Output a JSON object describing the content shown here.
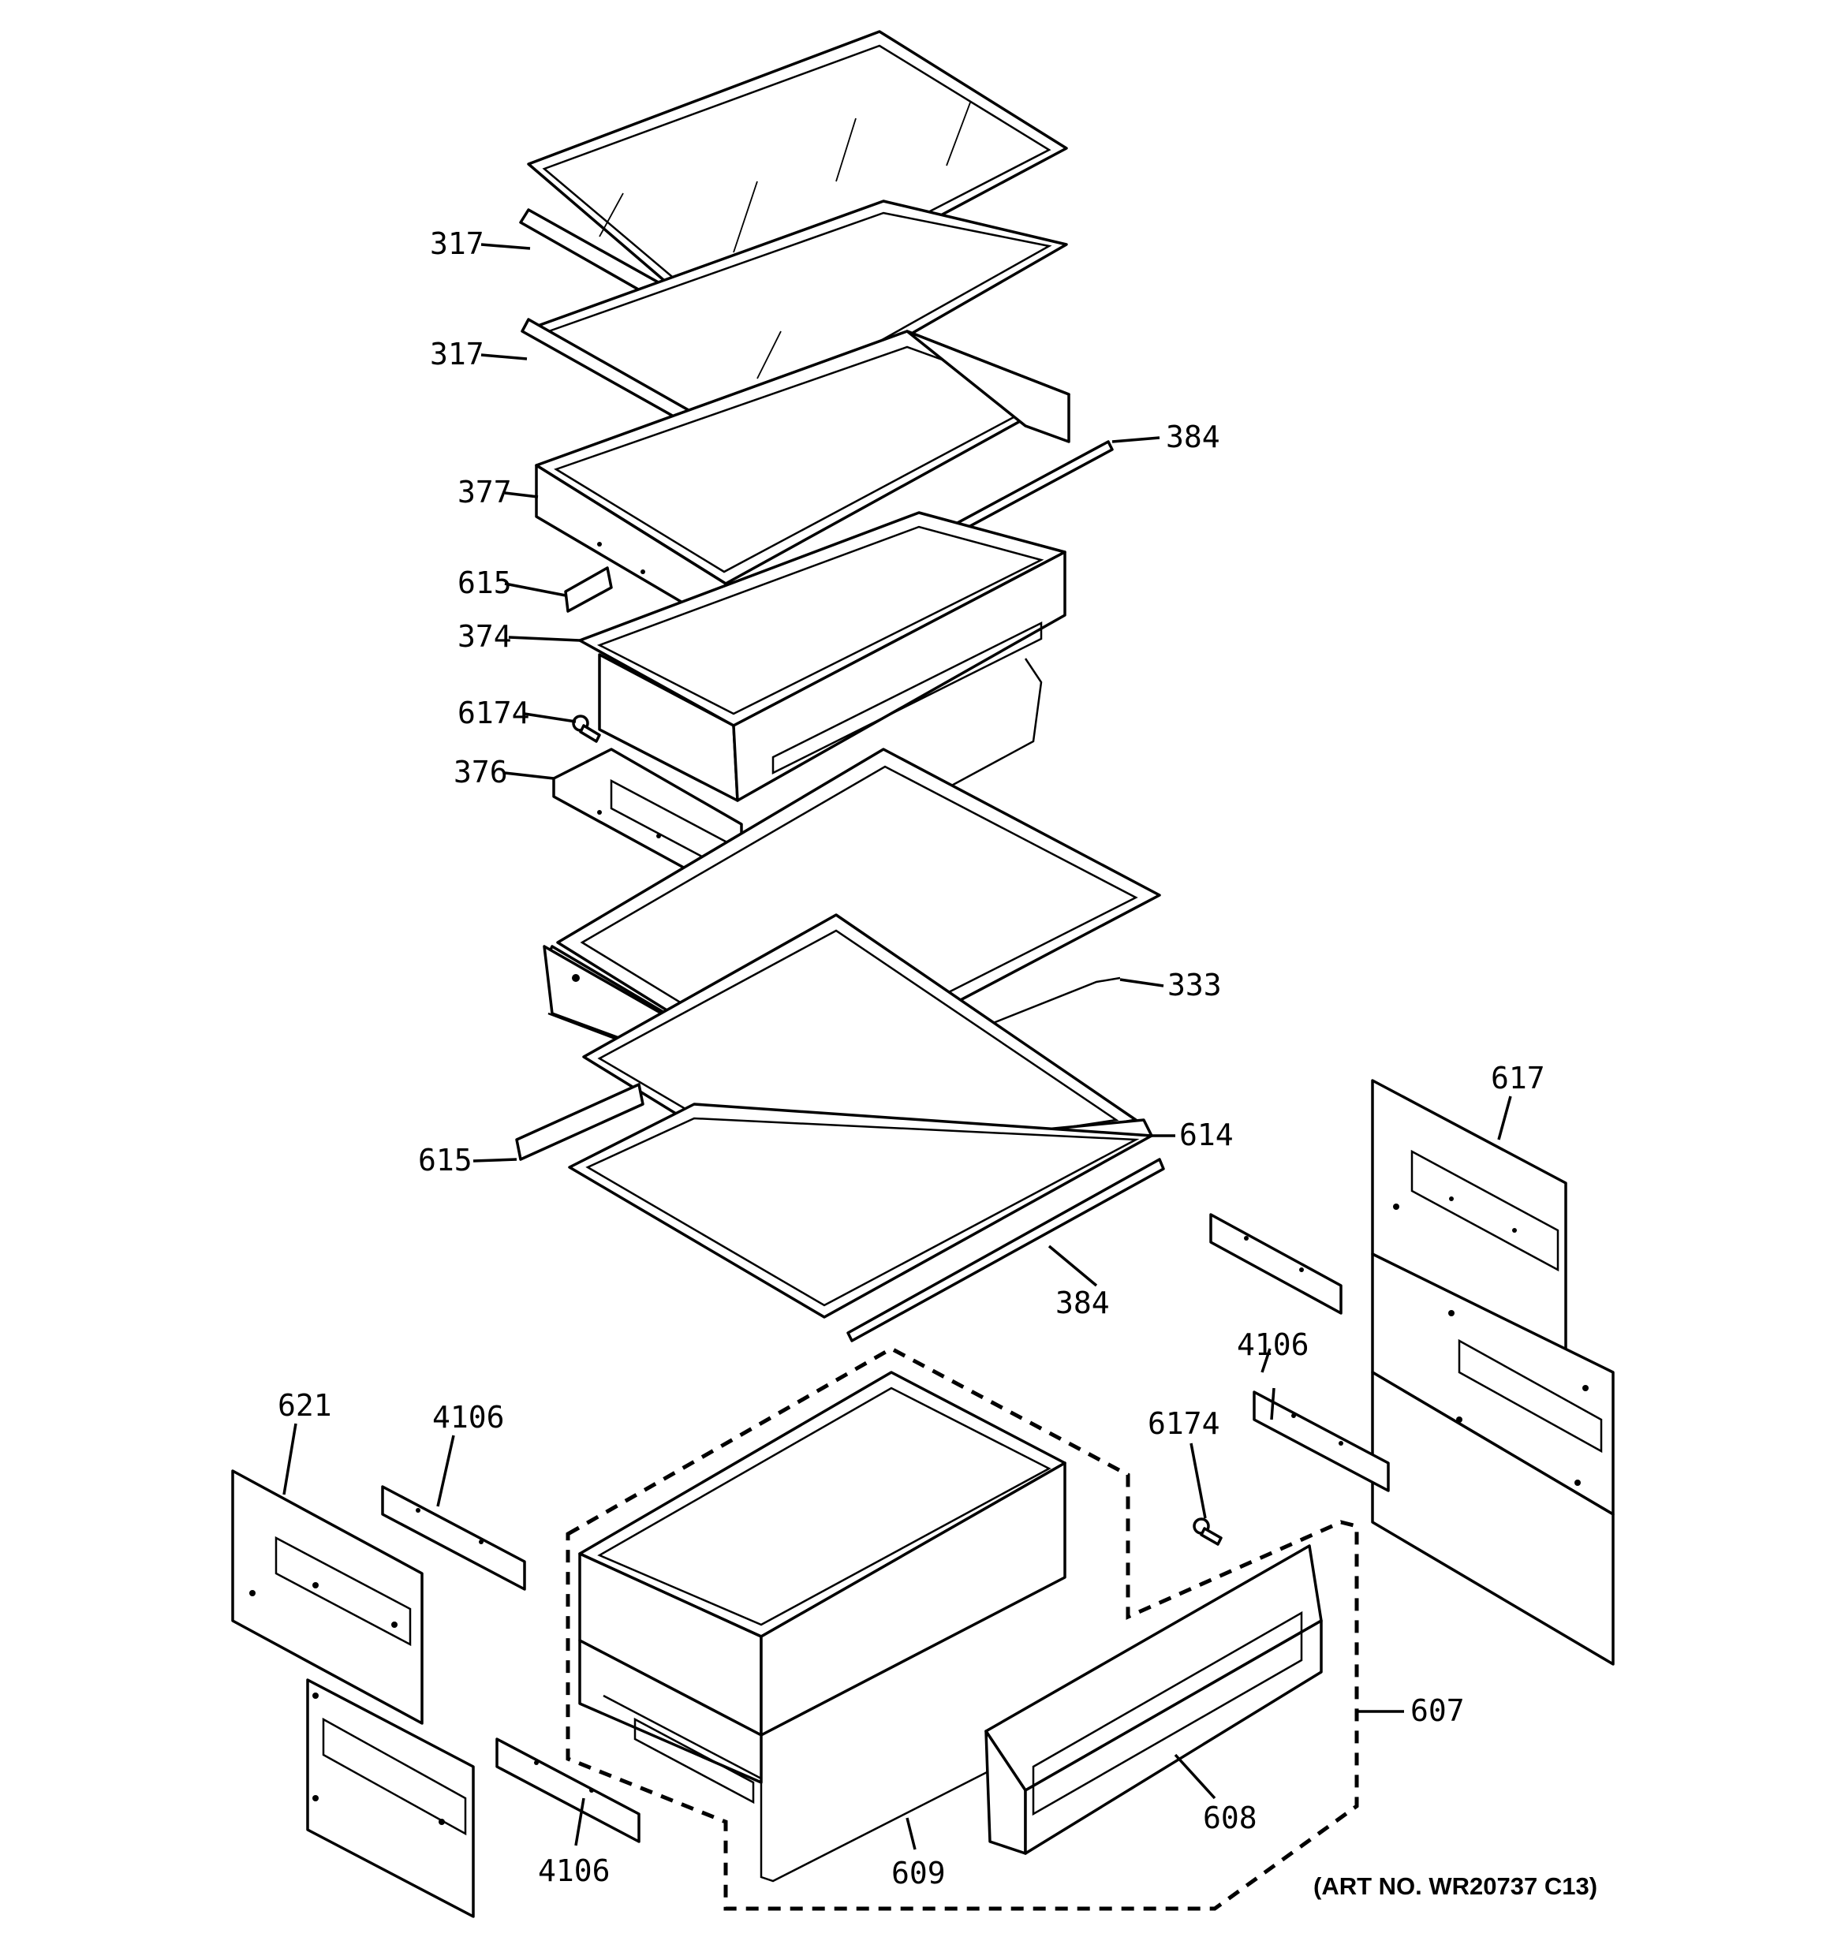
{
  "diagram": {
    "art_number": "(ART NO. WR20737 C13)",
    "callouts": [
      {
        "id": "c1",
        "label": "317"
      },
      {
        "id": "c2",
        "label": "317"
      },
      {
        "id": "c3",
        "label": "384"
      },
      {
        "id": "c4",
        "label": "377"
      },
      {
        "id": "c5",
        "label": "615"
      },
      {
        "id": "c6",
        "label": "374"
      },
      {
        "id": "c7",
        "label": "6174"
      },
      {
        "id": "c8",
        "label": "376"
      },
      {
        "id": "c9",
        "label": "333"
      },
      {
        "id": "c10",
        "label": "617"
      },
      {
        "id": "c11",
        "label": "614"
      },
      {
        "id": "c12",
        "label": "615"
      },
      {
        "id": "c13",
        "label": "384"
      },
      {
        "id": "c14",
        "label": "4106"
      },
      {
        "id": "c15",
        "label": "621"
      },
      {
        "id": "c16",
        "label": "4106"
      },
      {
        "id": "c17",
        "label": "6174"
      },
      {
        "id": "c18",
        "label": "607"
      },
      {
        "id": "c19",
        "label": "608"
      },
      {
        "id": "c20",
        "label": "609"
      },
      {
        "id": "c21",
        "label": "4106"
      }
    ]
  }
}
